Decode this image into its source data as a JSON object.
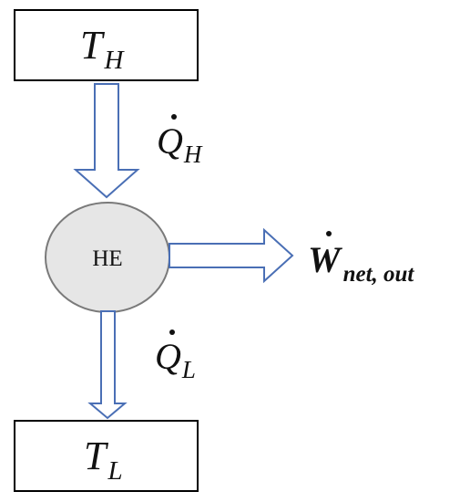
{
  "hot_reservoir": {
    "symbol": "T",
    "subscript": "H"
  },
  "cold_reservoir": {
    "symbol": "T",
    "subscript": "L"
  },
  "heat_in": {
    "symbol": "Q",
    "subscript": "H"
  },
  "heat_out": {
    "symbol": "Q",
    "subscript": "L"
  },
  "work_out": {
    "symbol": "W",
    "subscript": "net, out"
  },
  "engine": {
    "label": "HE"
  },
  "colors": {
    "arrow_stroke": "#4a6fb5",
    "engine_fill": "#e6e6e6",
    "engine_stroke": "#7a7a7a",
    "box_stroke": "#000000",
    "text": "#111111"
  }
}
